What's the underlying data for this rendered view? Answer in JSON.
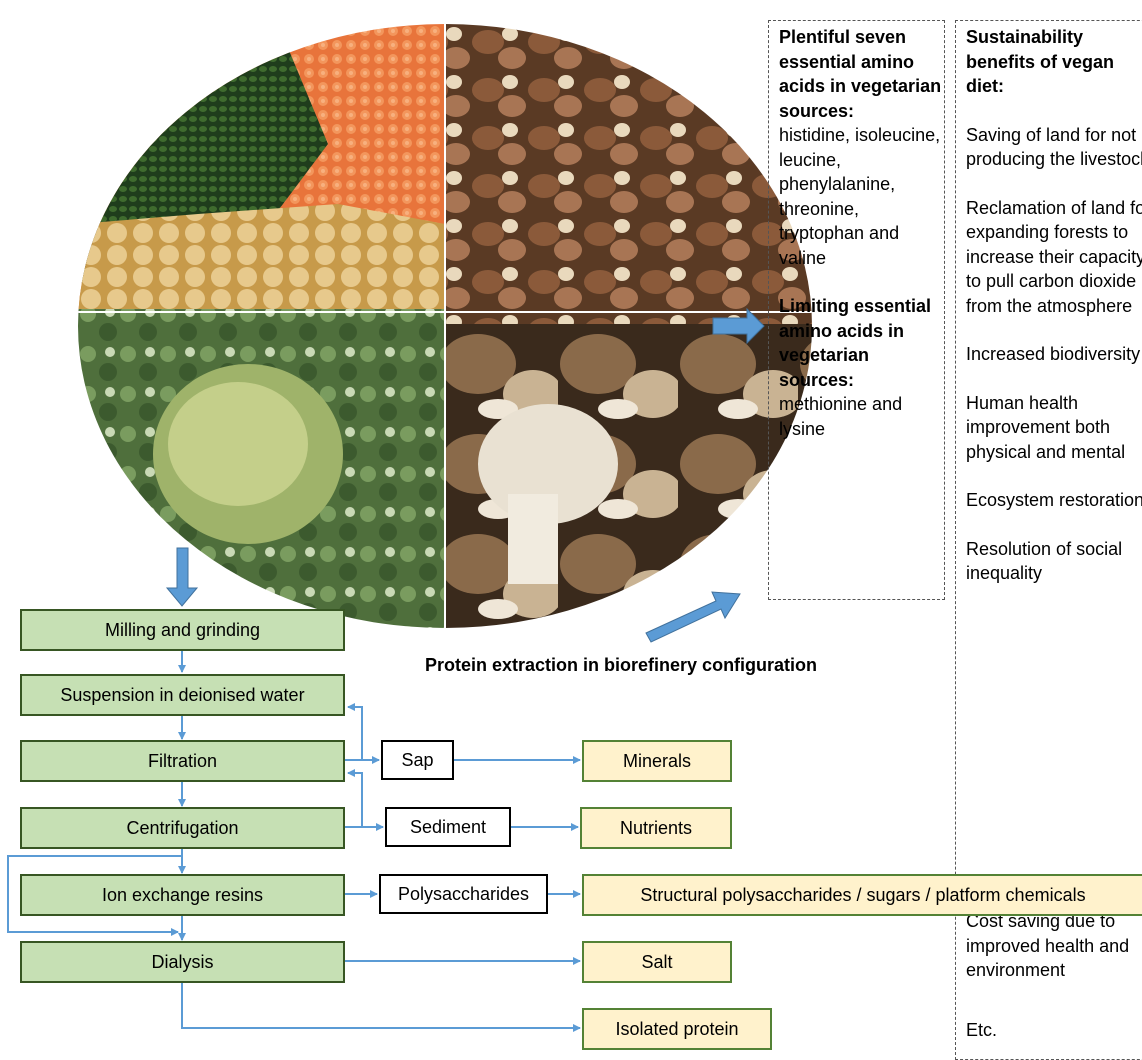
{
  "photo": {
    "quadrants": [
      "lentils-beans-peas",
      "nuts-almonds",
      "broccoli-kale-peas",
      "mushrooms"
    ]
  },
  "amino_panel": {
    "heading_plentiful": "Plentiful seven essential amino acids in vegetarian sources:",
    "plentiful_list": "histidine, isoleucine, leucine, phenylalanine, threonine, tryptophan and valine",
    "heading_limiting": "Limiting essential amino acids in vegetarian sources:",
    "limiting_list": "methionine and lysine"
  },
  "sustainability_panel": {
    "heading": "Sustainability benefits of vegan diet:",
    "items": [
      "Saving of land for not producing the livestock",
      "Reclamation of land for expanding forests to increase their capacity to pull carbon dioxide from the atmosphere",
      "Increased biodiversity",
      "Human health improvement both physical and mental",
      "Ecosystem restoration",
      "Resolution of social inequality",
      "Cost saving due to improved health and environment",
      "Etc."
    ]
  },
  "biorefinery_label": "Protein extraction in biorefinery configuration",
  "process_steps": [
    "Milling and grinding",
    "Suspension in deionised water",
    "Filtration",
    "Centrifugation",
    "Ion exchange resins",
    "Dialysis"
  ],
  "intermediates": [
    "Sap",
    "Sediment",
    "Polysaccharides"
  ],
  "products": [
    "Minerals",
    "Nutrients",
    "Structural polysaccharides / sugars / platform chemicals",
    "Salt",
    "Isolated protein"
  ],
  "colors": {
    "process_fill": "#c6e0b4",
    "product_fill": "#fff2cc",
    "arrow": "#5b9bd5"
  }
}
